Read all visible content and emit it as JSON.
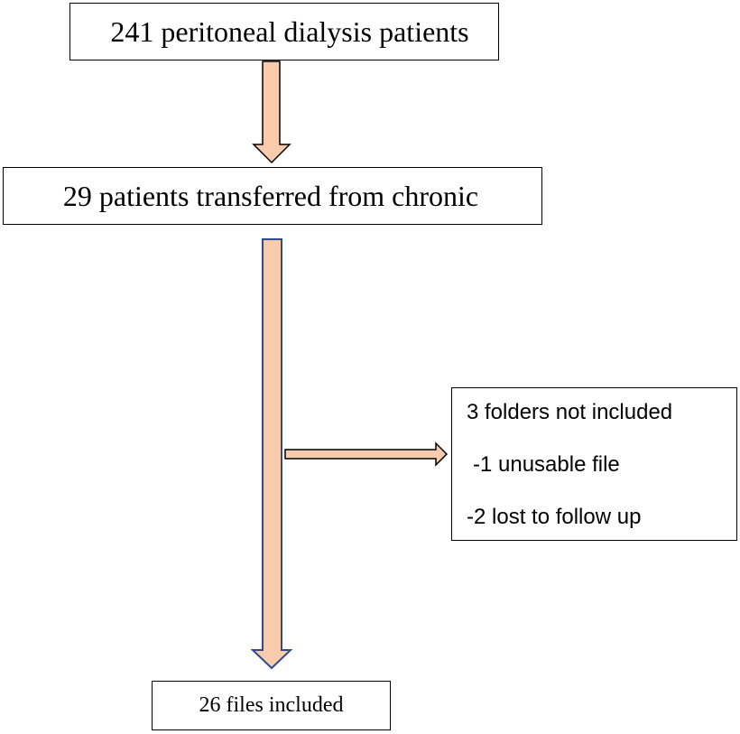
{
  "diagram": {
    "colors": {
      "arrow_fill": "#F8CBAD",
      "arrow_stroke_dark": "#000000",
      "arrow_stroke_blue": "#2F4B8F",
      "box_border": "#000000"
    },
    "nodes": {
      "top": {
        "label": "241 peritoneal dialysis patients"
      },
      "middle": {
        "label": "29 patients transferred from chronic"
      },
      "excluded": {
        "title": "3 folders not included",
        "items": [
          " -1 unusable file",
          "-2 lost to follow up"
        ]
      },
      "bottom": {
        "label": "26 files included"
      }
    },
    "edges": [
      {
        "from": "top",
        "to": "middle"
      },
      {
        "from": "middle",
        "to": "bottom"
      },
      {
        "from": "middle",
        "to": "excluded"
      }
    ]
  }
}
